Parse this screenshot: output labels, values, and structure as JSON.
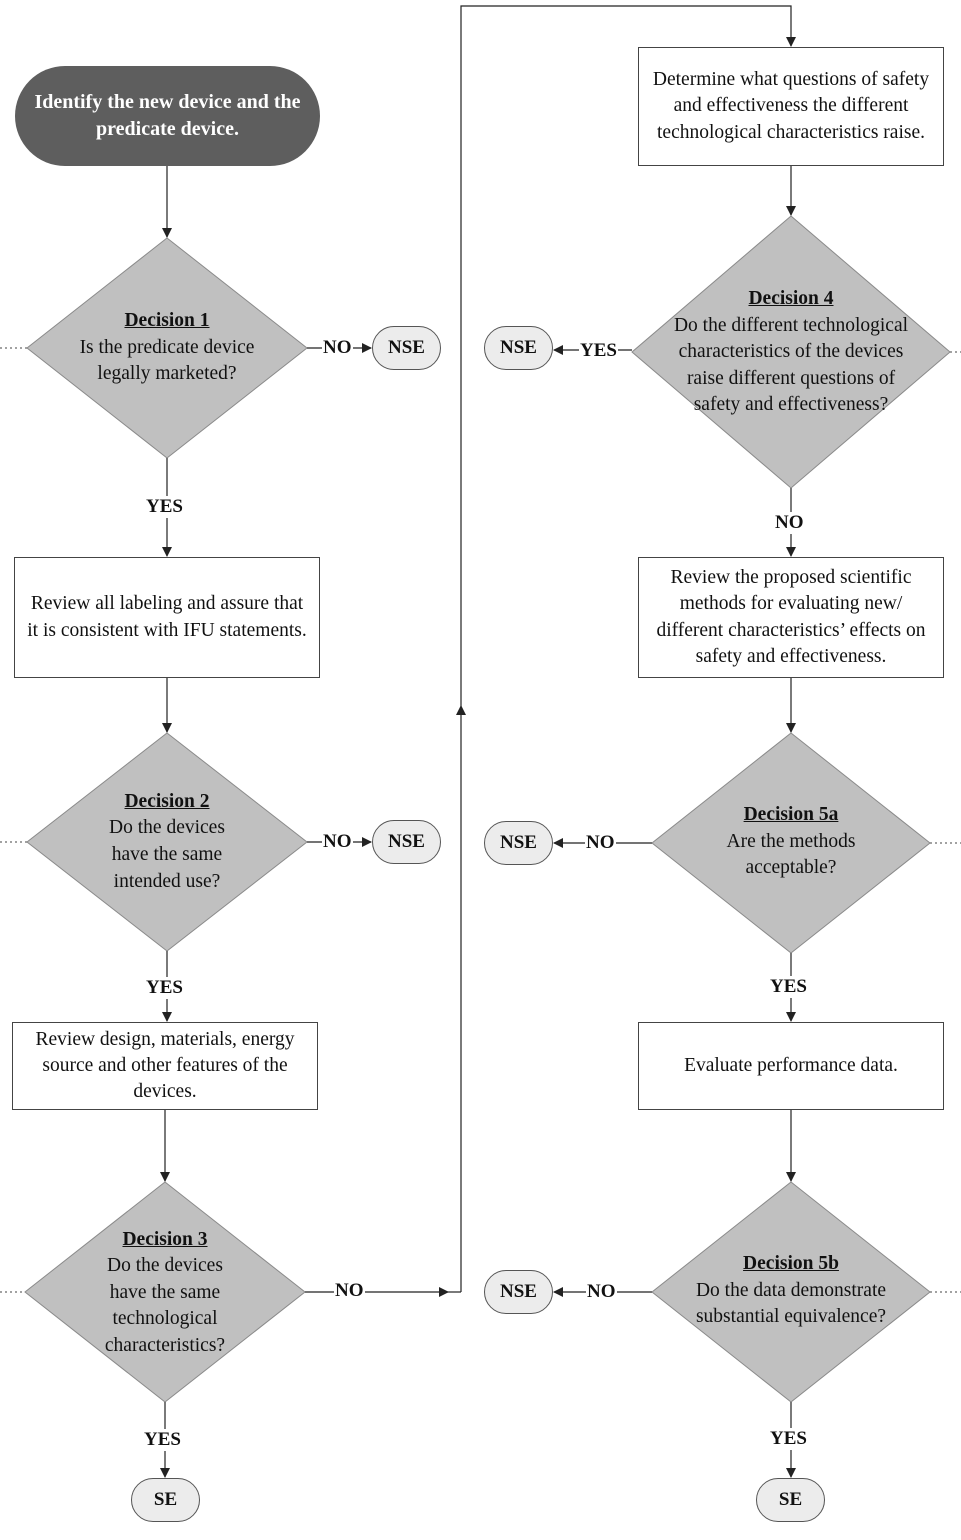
{
  "start": "Identify the new device and the predicate device.",
  "decisions": {
    "d1": {
      "title": "Decision 1",
      "text": "Is the predicate device legally marketed?"
    },
    "d2": {
      "title": "Decision 2",
      "text": "Do the devices have the same intended use?"
    },
    "d3": {
      "title": "Decision 3",
      "text": "Do the devices have the same technological characteristics?"
    },
    "d4": {
      "title": "Decision 4",
      "text": "Do the different technological characteristics of the devices raise different questions of safety and effectiveness?"
    },
    "d5a": {
      "title": "Decision 5a",
      "text": "Are the methods acceptable?"
    },
    "d5b": {
      "title": "Decision 5b",
      "text": "Do the data demonstrate substantial equivalence?"
    }
  },
  "boxes": {
    "review_labeling": "Review all labeling and assure that it is consistent with IFU statements.",
    "review_design": "Review design, materials, energy source and other features of the devices.",
    "determine_questions": "Determine what questions of safety and effectiveness the different technological characteristics raise.",
    "review_methods": "Review the proposed scientific methods for evaluating new/ different characteristics’ effects on safety and effectiveness.",
    "evaluate_data": "Evaluate performance data."
  },
  "terminals": {
    "nse": "NSE",
    "se": "SE"
  },
  "labels": {
    "yes": "YES",
    "no": "NO"
  },
  "colors": {
    "start_fill": "#5e5e5e",
    "diamond_fill": "#c0c0c0",
    "terminal_fill": "#ececec",
    "line": "#222222"
  }
}
